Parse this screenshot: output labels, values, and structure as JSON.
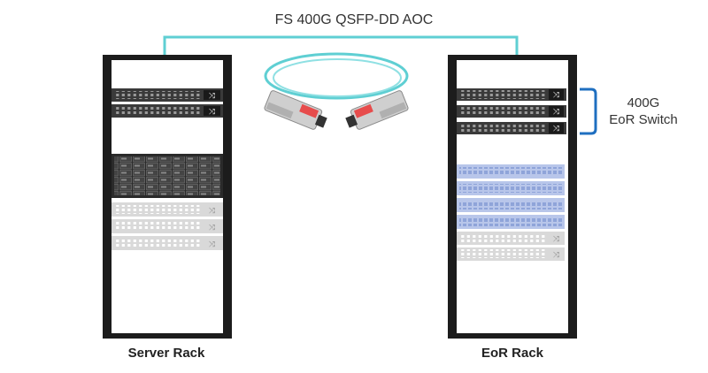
{
  "diagram": {
    "cable_label": "FS 400G QSFP-DD AOC",
    "switch_label_line1": "400G",
    "switch_label_line2": "EoR Switch",
    "server_rack_label": "Server Rack",
    "eor_rack_label": "EoR Rack"
  },
  "colors": {
    "cable": "#5fcfd3",
    "bracket": "#1f6fc0",
    "rack_frame": "#1c1c1c",
    "switch_dark": "#3a3a3a",
    "switch_light": "#d9d9d9",
    "server_dark": "#2a2a2a",
    "storage_blue": "#b8c6ea"
  }
}
